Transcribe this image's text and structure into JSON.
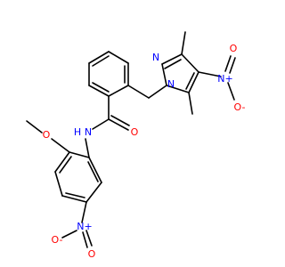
{
  "molecule": {
    "colors": {
      "bond": "#000000",
      "nitrogen": "#0000ff",
      "oxygen": "#ff0000"
    },
    "atom_labels": {
      "pyrazole_n1": "N",
      "pyrazole_n2": "N",
      "nitro_top_n": "N+",
      "nitro_top_o_single": "O-",
      "nitro_top_o_double": "O",
      "amide_n": "N",
      "amide_h": "H",
      "amide_o": "O",
      "methoxy_o": "O",
      "nitro_bottom_n": "N+",
      "nitro_bottom_o_single": "O-",
      "nitro_bottom_o_double": "O"
    }
  }
}
